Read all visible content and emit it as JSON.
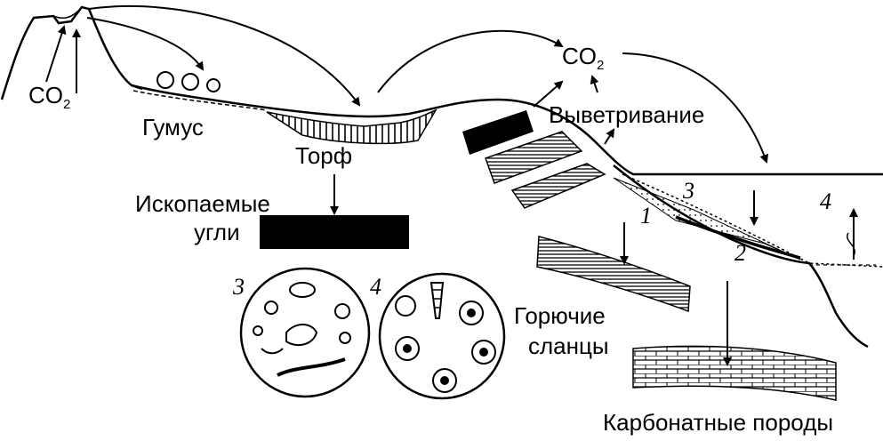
{
  "labels": {
    "co2_left": "CO",
    "co2_left_sub": "2",
    "co2_right": "CO",
    "co2_right_sub": "2",
    "humus": "Гумус",
    "peat": "Торф",
    "weathering": "Выветривание",
    "fossil_coal_1": "Ископаемые",
    "fossil_coal_2": "угли",
    "oil_shale_1": "Горючие",
    "oil_shale_2": "сланцы",
    "carbonates": "Карбонатные породы"
  },
  "numbers": {
    "n3_circle": "3",
    "n4_circle": "4",
    "n1": "1",
    "n2": "2",
    "n3_sea": "3",
    "n4_sea": "4"
  },
  "colors": {
    "ink": "#000000",
    "paper": "#ffffff"
  }
}
